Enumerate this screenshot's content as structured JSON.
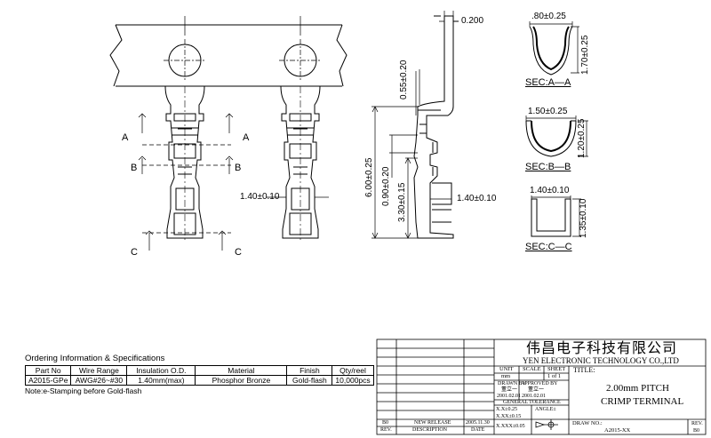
{
  "dimensions": {
    "top_thickness": "0.200",
    "tab_height": "0.55±0.20",
    "total_length": "6.00±0.25",
    "mid_length": "0.90±0.20",
    "lower_length": "3.30±0.15",
    "barrel_width_top": "1.40±0.10",
    "barrel_width_side": "1.40±0.10"
  },
  "section_marks": {
    "a": "A",
    "b": "B",
    "c": "C"
  },
  "sections": [
    {
      "label": "SEC:A—A",
      "width": ".80±0.25",
      "height": "1.70±0.25"
    },
    {
      "label": "SEC:B—B",
      "width": "1.50±0.25",
      "height": "1.20±0.25"
    },
    {
      "label": "SEC:C—C",
      "width": "1.40±0.10",
      "height": "1.35±0.10"
    }
  ],
  "ordering": {
    "title": "Ordering Information & Specifications",
    "headers": [
      "Part No",
      "Wire Range",
      "Insulation O.D.",
      "Material",
      "Finish",
      "Qty/reel"
    ],
    "row": [
      "A2015-GPe",
      "AWG#26~#30",
      "1.40mm(max)",
      "Phosphor Bronze",
      "Gold-flash",
      "10,000pcs"
    ],
    "note": "Note:e-Stamping before Gold-flash"
  },
  "title_block": {
    "company_cn": "伟昌电子科技有限公司",
    "company_en": "YEN ELECTRONIC TECHNOLOGY CO.,LTD",
    "unit_label": "UNIT",
    "unit_value": "mm",
    "scale_label": "SCALE",
    "sheet_label": "SHEET",
    "sheet_value": "1 of 1",
    "title_label": "TITLE:",
    "title_line1": "2.00mm PITCH",
    "title_line2": "CRIMP TERMINAL",
    "drawn_by_label": "DRAWN BY",
    "drawn_by_name": "董立一",
    "drawn_date": "2001.02.01",
    "approved_by_label": "APPROVED BY",
    "approved_by_name": "董立一",
    "approved_date": "2001.02.01",
    "tolerance_label": "GENERAL TOLERANCE",
    "tol_x": "X.X±0.25",
    "tol_xx": "X.XX±0.15",
    "tol_xxx": "X.XXX±0.05",
    "angle_label": "ANGLE±",
    "rev_row": {
      "rev": "B0",
      "desc": "NEW RELEASE",
      "date": "2005.11.30"
    },
    "rev_header": "REV.",
    "desc_header": "DESCRIPTION",
    "date_header": "DATE",
    "drw_no_label": "DRAW NO.:",
    "drw_no_value": "A2015-XX",
    "rev_value": "B0"
  }
}
